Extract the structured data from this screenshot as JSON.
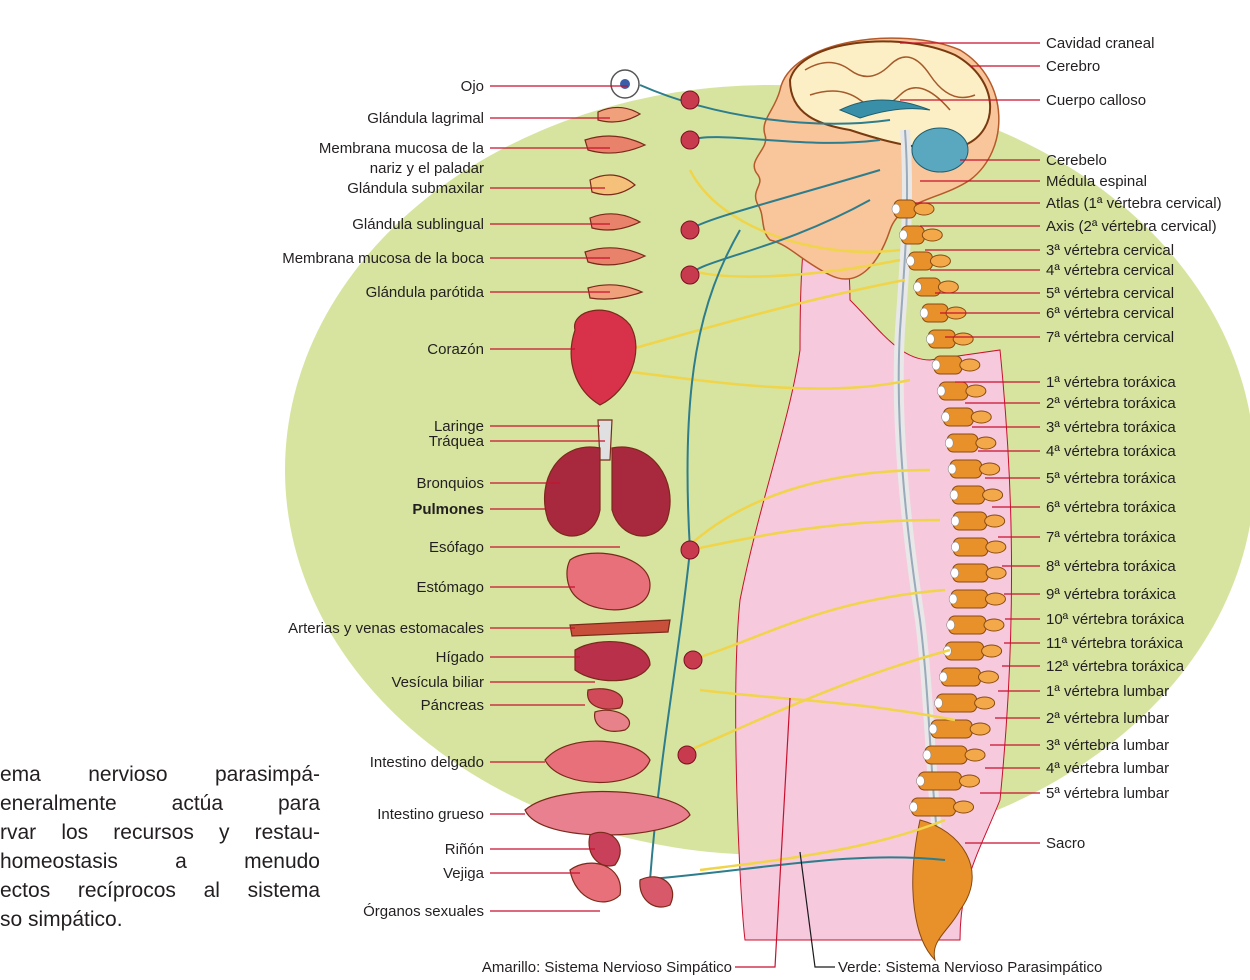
{
  "left_labels": [
    {
      "id": "ojo",
      "text": "Ojo"
    },
    {
      "id": "glandula-lagrimal",
      "text": "Glándula lagrimal"
    },
    {
      "id": "membrana-nariz-1",
      "text": "Membrana mucosa de la"
    },
    {
      "id": "membrana-nariz-2",
      "text": "nariz y el paladar"
    },
    {
      "id": "glandula-submaxilar",
      "text": "Glándula submaxilar"
    },
    {
      "id": "glandula-sublingual",
      "text": "Glándula sublingual"
    },
    {
      "id": "membrana-boca",
      "text": "Membrana mucosa de la boca"
    },
    {
      "id": "glandula-parotida",
      "text": "Glándula parótida"
    },
    {
      "id": "corazon",
      "text": "Corazón"
    },
    {
      "id": "laringe",
      "text": "Laringe"
    },
    {
      "id": "traquea",
      "text": "Tráquea"
    },
    {
      "id": "bronquios",
      "text": "Bronquios"
    },
    {
      "id": "pulmones",
      "text": "Pulmones"
    },
    {
      "id": "esofago",
      "text": "Esófago"
    },
    {
      "id": "estomago",
      "text": "Estómago"
    },
    {
      "id": "arterias-venas",
      "text": "Arterias y venas estomacales"
    },
    {
      "id": "higado",
      "text": "Hígado"
    },
    {
      "id": "vesicula",
      "text": "Vesícula biliar"
    },
    {
      "id": "pancreas",
      "text": "Páncreas"
    },
    {
      "id": "intestino-delgado",
      "text": "Intestino delgado"
    },
    {
      "id": "intestino-grueso",
      "text": "Intestino grueso"
    },
    {
      "id": "rinon",
      "text": "Riñón"
    },
    {
      "id": "vejiga",
      "text": "Vejiga"
    },
    {
      "id": "organos-sexuales",
      "text": "Órganos sexuales"
    }
  ],
  "right_labels": [
    {
      "id": "cavidad-craneal",
      "text": "Cavidad craneal"
    },
    {
      "id": "cerebro",
      "text": "Cerebro"
    },
    {
      "id": "cuerpo-calloso",
      "text": "Cuerpo calloso"
    },
    {
      "id": "cerebelo",
      "text": "Cerebelo"
    },
    {
      "id": "medula-espinal",
      "text": "Médula espinal"
    },
    {
      "id": "atlas",
      "text": "Atlas (1ª vértebra cervical)"
    },
    {
      "id": "axis",
      "text": "Axis (2ª vértebra cervical)"
    },
    {
      "id": "c3",
      "text": "3ª vértebra cervical"
    },
    {
      "id": "c4",
      "text": "4ª vértebra cervical"
    },
    {
      "id": "c5",
      "text": "5ª vértebra cervical"
    },
    {
      "id": "c6",
      "text": "6ª vértebra cervical"
    },
    {
      "id": "c7",
      "text": "7ª vértebra cervical"
    },
    {
      "id": "t1",
      "text": "1ª vértebra toráxica"
    },
    {
      "id": "t2",
      "text": "2ª vértebra toráxica"
    },
    {
      "id": "t3",
      "text": "3ª vértebra toráxica"
    },
    {
      "id": "t4",
      "text": "4ª vértebra toráxica"
    },
    {
      "id": "t5",
      "text": "5ª vértebra toráxica"
    },
    {
      "id": "t6",
      "text": "6ª vértebra toráxica"
    },
    {
      "id": "t7",
      "text": "7ª vértebra toráxica"
    },
    {
      "id": "t8",
      "text": "8ª vértebra toráxica"
    },
    {
      "id": "t9",
      "text": "9ª vértebra toráxica"
    },
    {
      "id": "t10",
      "text": "10ª vértebra toráxica"
    },
    {
      "id": "t11",
      "text": "11ª vértebra toráxica"
    },
    {
      "id": "t12",
      "text": "12ª vértebra toráxica"
    },
    {
      "id": "l1",
      "text": "1ª vértebra lumbar"
    },
    {
      "id": "l2",
      "text": "2ª vértebra lumbar"
    },
    {
      "id": "l3",
      "text": "3ª vértebra lumbar"
    },
    {
      "id": "l4",
      "text": "4ª vértebra lumbar"
    },
    {
      "id": "l5",
      "text": "5ª vértebra lumbar"
    },
    {
      "id": "sacro",
      "text": "Sacro"
    }
  ],
  "legend": {
    "amarillo": "Amarillo: Sistema Nervioso Simpático",
    "verde": "Verde: Sistema Nervioso Parasimpático"
  },
  "body_text": {
    "line1": "ema nervioso parasimpá-",
    "line2": "eneralmente actúa para",
    "line3": "rvar los recursos y restau-",
    "line4": "homeostasis a menudo",
    "line5": "ectos recíprocos al sistema",
    "line6": "so simpático."
  },
  "colors": {
    "background_ellipse": "#d6e4a0",
    "body_pink": "#f7c9dc",
    "spine_orange": "#e8902a",
    "sympathetic_yellow": "#f0d44a",
    "parasympathetic_teal": "#2e7d8c",
    "leader_red": "#c8102e",
    "organ_red": "#c83a4e"
  }
}
